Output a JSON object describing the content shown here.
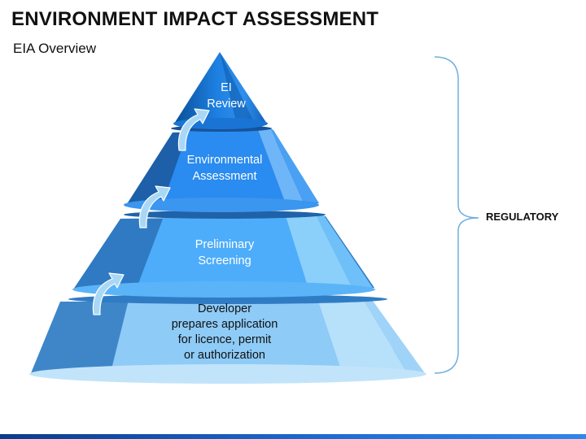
{
  "header": {
    "title": "ENVIRONMENT IMPACT ASSESSMENT",
    "subtitle": "EIA Overview"
  },
  "pyramid": {
    "tiers": [
      {
        "label": "EI\nReview",
        "color": "#1a7ee6"
      },
      {
        "label": "Environmental\nAssessment",
        "color": "#2a8cf0"
      },
      {
        "label": "Preliminary\nScreening",
        "color": "#4fb0fb"
      },
      {
        "label": "Developer\nprepares application\nfor licence, permit\nor  authorization",
        "color": "#8cccf9"
      }
    ],
    "arrow_icon": "curved-up-arrow-icon"
  },
  "bracket": {
    "label": "REGULATORY",
    "color": "#6fb0dc"
  },
  "colors": {
    "accent": "#1a7ee6",
    "dark_side": "#0f4f92",
    "bottom_bar": "#1e6fd6"
  }
}
